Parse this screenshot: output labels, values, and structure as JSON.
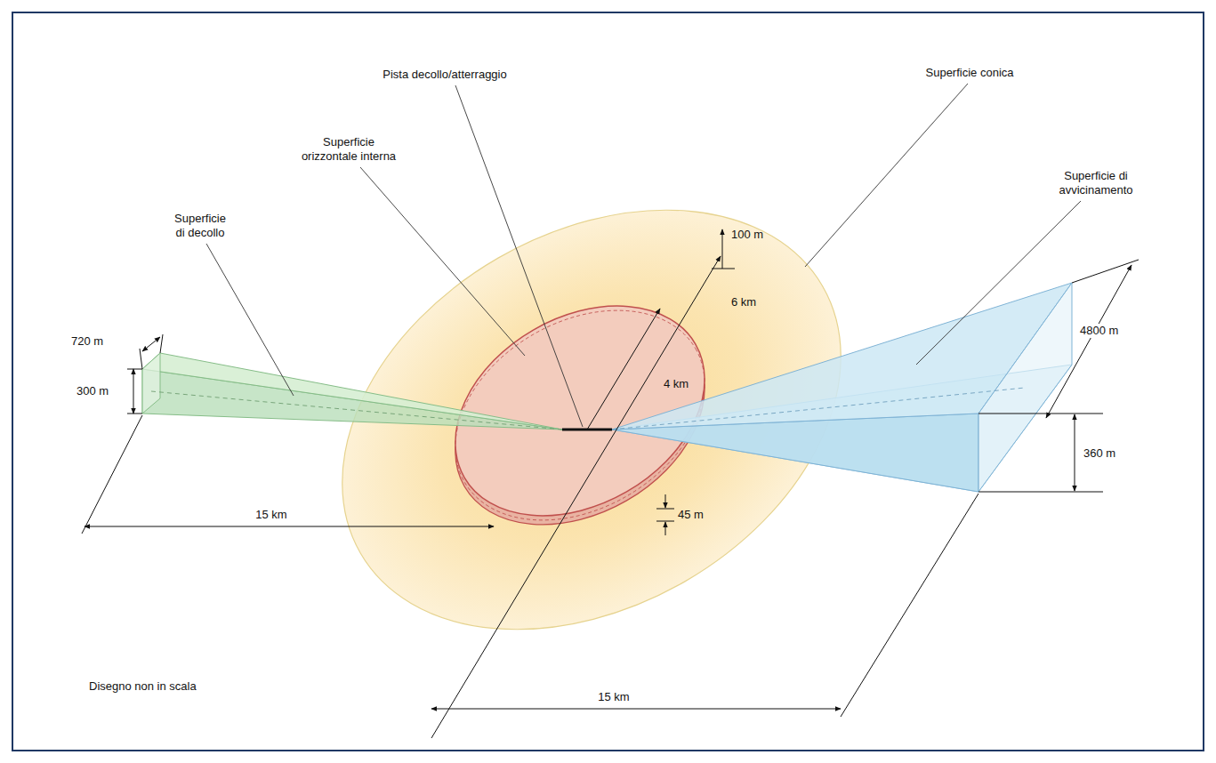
{
  "diagram": {
    "labels": [
      "Pista decollo/atterraggio",
      "Superficie conica",
      "Superficie orizzontale interna",
      "100 m",
      "Superficie di avvicinamento",
      "Superficie di decollo",
      "6 km",
      "720 m",
      "4800 m",
      "300 m",
      "4 km",
      "360 m",
      "15 km",
      "45 m",
      "Disegno non in scala",
      "15 km"
    ]
  }
}
